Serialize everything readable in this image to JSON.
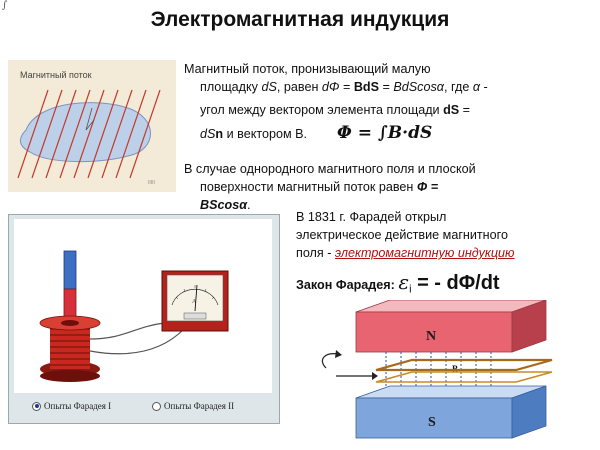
{
  "title": "Электромагнитная индукция",
  "corner_glyph": "∫",
  "flux_figure": {
    "label": "Магнитный поток",
    "badge": "IIIII"
  },
  "para1": {
    "l1": "Магнитный поток, пронизывающий малую",
    "l2a": "площадку ",
    "l2_dS": "dS",
    "l2b": ", равен ",
    "l2_dPhi": "dΦ",
    "l2c": " = ",
    "l2_BdS": "BdS",
    "l2d": " = ",
    "l2_BdScos": "BdScos",
    "l2_alpha": "α",
    "l2e": ", где ",
    "l2_alpha2": "α",
    "l2f": " -",
    "l3a": "угол между вектором  элемента площади ",
    "l3_dS": "dS",
    "l3b": " =",
    "l4a": "dS",
    "l4_n": "n",
    "l4b": " и вектором B.",
    "formula": "Φ = ∫B·dS"
  },
  "para2": {
    "l1": "В случае однородного магнитного поля и плоской",
    "l2a": "поверхности магнитный поток равен ",
    "l2_phi": "Φ =",
    "l3_b": "BScos",
    "l3_alpha": "α",
    "l3_end": "."
  },
  "faraday_panel": {
    "option1": "Опыты Фарадея I",
    "option2": "Опыты Фарадея II",
    "meter_label": "A"
  },
  "para3": {
    "l1": "В 1831 г. Фарадей открыл",
    "l2": "электрическое действие магнитного",
    "l3a": "поля - ",
    "l3_link": "электромагнитную индукцию"
  },
  "faraday_law": {
    "label": "Закон Фарадея: ",
    "eps": "ε",
    "sub": "i",
    "eq": " = - dΦ/dt"
  },
  "induction_figure": {
    "n_label": "N",
    "s_label": "S",
    "b_label": "B"
  },
  "colors": {
    "magnet_red": "#e05560",
    "magnet_blue": "#3d6fc4",
    "coil": "#c8281e",
    "flux_bg": "#f4ead8"
  }
}
